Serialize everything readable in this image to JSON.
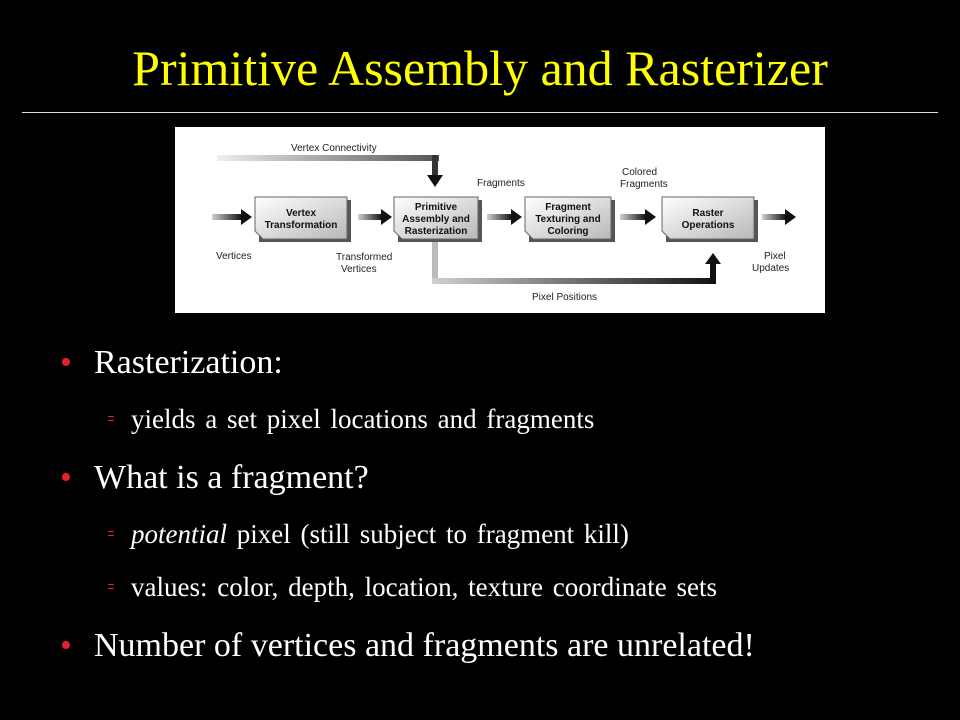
{
  "slide": {
    "title": "Primitive Assembly and Rasterizer",
    "accent_color": "#ffff00",
    "bullet_color": "#e0202a"
  },
  "diagram": {
    "stages": [
      {
        "line1": "Vertex",
        "line2": "Transformation",
        "line3": ""
      },
      {
        "line1": "Primitive",
        "line2": "Assembly and",
        "line3": "Rasterization"
      },
      {
        "line1": "Fragment",
        "line2": "Texturing and",
        "line3": "Coloring"
      },
      {
        "line1": "Raster",
        "line2": "Operations",
        "line3": ""
      }
    ],
    "labels": {
      "vertex_connectivity": "Vertex Connectivity",
      "vertices": "Vertices",
      "transformed_1": "Transformed",
      "transformed_2": "Vertices",
      "fragments": "Fragments",
      "colored_1": "Colored",
      "colored_2": "Fragments",
      "pixel_updates_1": "Pixel",
      "pixel_updates_2": "Updates",
      "pixel_positions": "Pixel Positions"
    }
  },
  "bullets": [
    {
      "level": 1,
      "text": "Rasterization:"
    },
    {
      "level": 2,
      "text": "yields a set pixel locations and fragments"
    },
    {
      "level": 1,
      "text": "What is a fragment?"
    },
    {
      "level": 2,
      "em": "potential",
      "text": " pixel (still subject to fragment kill)"
    },
    {
      "level": 2,
      "text": "values: color, depth, location, texture coordinate sets"
    },
    {
      "level": 1,
      "text": "Number of vertices and fragments are unrelated!"
    }
  ]
}
